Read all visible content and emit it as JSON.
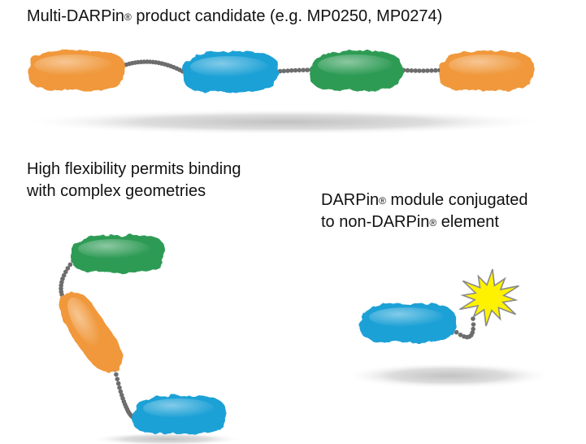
{
  "captions": {
    "multi_prefix": "Multi-DARPin",
    "multi_suffix": " product candidate (e.g. MP0250, MP0274)",
    "flex_line1": "High flexibility permits binding",
    "flex_line2": "with complex geometries",
    "conj_prefix": "DARPin",
    "conj_line1_suffix": " module conjugated",
    "conj_line2_prefix": "to non-DARPin",
    "conj_line2_suffix": " element",
    "registered_mark": "®"
  },
  "colors": {
    "orange": "#f0983a",
    "blue": "#1ea1d6",
    "green": "#2e9b55",
    "linker": "#6d6d6d",
    "star": "#fff200",
    "text": "#111111"
  },
  "icons": {
    "darpin_module": "protein-domain-blob",
    "linker": "peptide-linker-chain",
    "conjugate": "starburst"
  }
}
